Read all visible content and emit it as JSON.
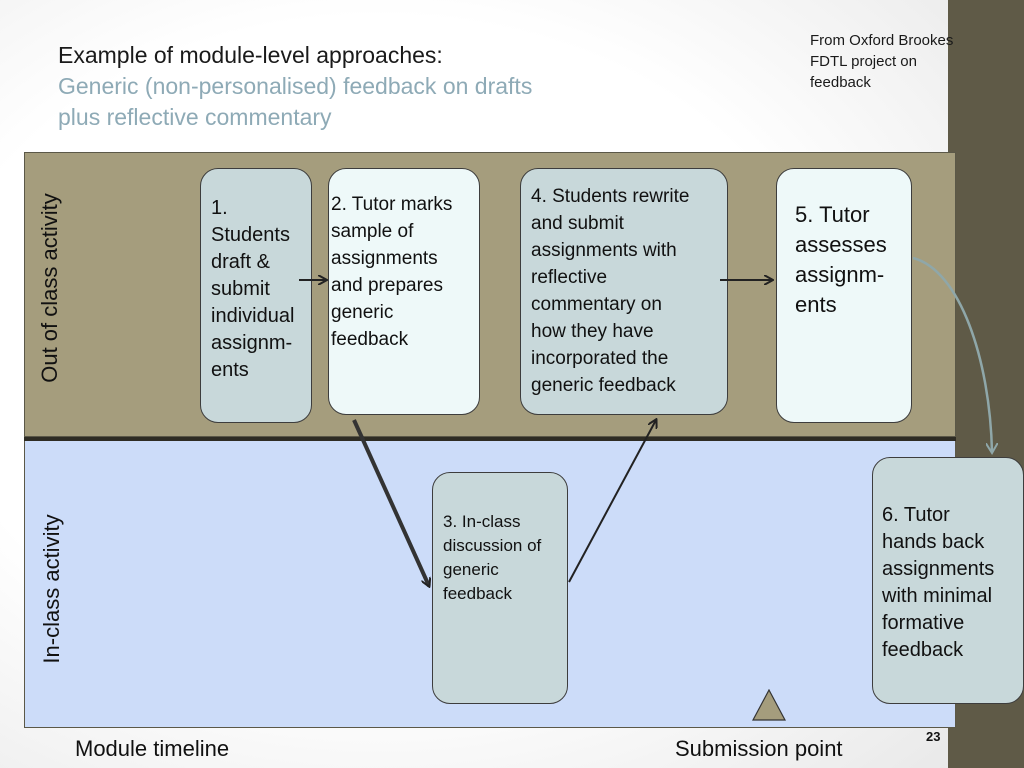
{
  "title": {
    "line1": "Example of module-level approaches:",
    "line2": "Generic (non-personalised) feedback on drafts",
    "line3": "plus reflective commentary"
  },
  "source": {
    "line1": "From Oxford Brookes",
    "line2": "FDTL project on",
    "line3": "feedback"
  },
  "bands": {
    "out_label": "Out of class activity",
    "in_label": "In-class activity"
  },
  "steps": {
    "s1": [
      "1.",
      "Students",
      "draft &",
      "submit",
      "individual",
      "assignm-",
      "ents"
    ],
    "s2": [
      "2. Tutor marks",
      "sample of",
      "assignments",
      "and prepares",
      "generic",
      "feedback"
    ],
    "s3": [
      "3. In-class",
      "discussion of",
      "generic",
      "feedback"
    ],
    "s4": [
      "4. Students rewrite",
      "and submit",
      "assignments with",
      "reflective",
      "commentary on",
      "how they have",
      "incorporated the",
      "generic feedback"
    ],
    "s5": [
      "5. Tutor",
      "assesses",
      "assignm-",
      "ents"
    ],
    "s6": [
      "6. Tutor",
      "hands back",
      "assignments",
      "with minimal",
      "formative",
      "feedback"
    ]
  },
  "footer": {
    "timeline_label": "Module timeline",
    "submission_label": "Submission point",
    "page_number": "23"
  },
  "colors": {
    "out_band": "#a59d7d",
    "in_band": "#ccdcf9",
    "box_dark": "#c8d8da",
    "box_light": "#eef9f9",
    "subtitle": "#8eaab6",
    "strip": "#5f5a47",
    "triangle": "#a59d7d"
  }
}
